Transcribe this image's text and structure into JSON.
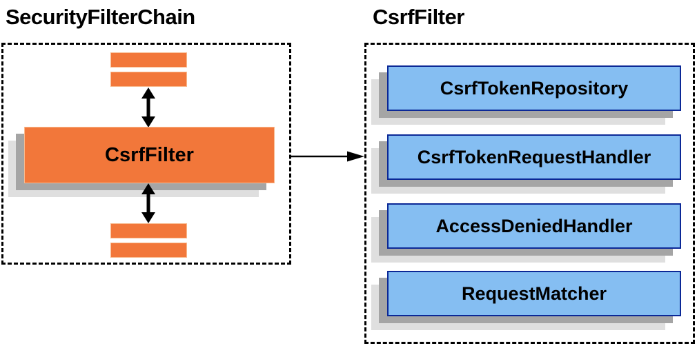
{
  "left_panel": {
    "title": "SecurityFilterChain",
    "filter_label": "CsrfFilter",
    "placeholder_bar_count": 4
  },
  "right_panel": {
    "title": "CsrfFilter",
    "boxes": [
      {
        "label": "CsrfTokenRepository"
      },
      {
        "label": "CsrfTokenRequestHandler"
      },
      {
        "label": "AccessDeniedHandler"
      },
      {
        "label": "RequestMatcher"
      }
    ]
  },
  "icons": {
    "top_arrow": "bidirectional-arrow",
    "bottom_arrow": "bidirectional-arrow",
    "link_arrow": "right-arrow"
  },
  "colors": {
    "orange_fill": "#F2773A",
    "orange_border": "#F8B98D",
    "blue_fill": "#85BEF2",
    "blue_border": "#0B2896",
    "shadow_dark": "#A5A5A5",
    "shadow_light": "#DFDFDF",
    "line": "#000000",
    "bg": "#FFFFFF"
  }
}
